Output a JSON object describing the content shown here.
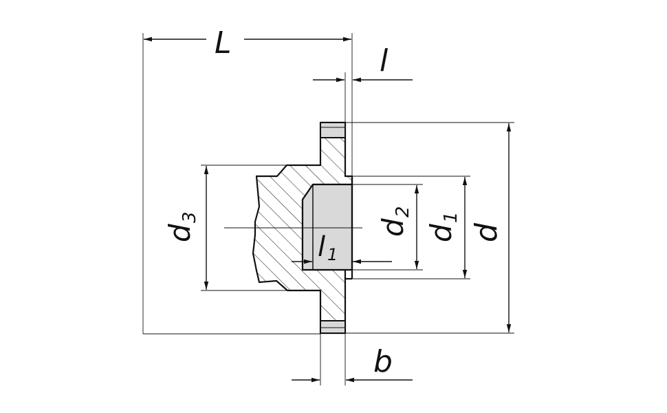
{
  "drawing": {
    "labels": {
      "L": "L",
      "l": "l",
      "l1": "l",
      "l1_sub": "1",
      "d": "d",
      "d1": "d",
      "d1_sub": "1",
      "d2": "d",
      "d2_sub": "2",
      "d3": "d",
      "d3_sub": "3",
      "b": "b"
    }
  }
}
